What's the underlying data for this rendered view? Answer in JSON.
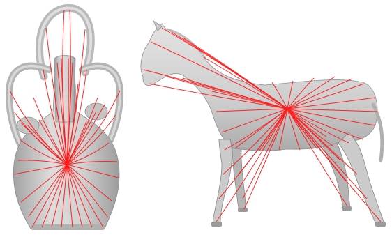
{
  "figure": {
    "panels": [
      {
        "subject": "vase-with-handles",
        "geodesic_source": "vase-body-front"
      },
      {
        "subject": "horse",
        "geodesic_source": "horse-belly"
      }
    ],
    "colors": {
      "background": "#ffffff",
      "surface": "#c9c9c9",
      "surface_shade": "#9c9c9c",
      "surface_light": "#e6e6e6",
      "geodesic_paths": "#ff1a1a"
    }
  }
}
